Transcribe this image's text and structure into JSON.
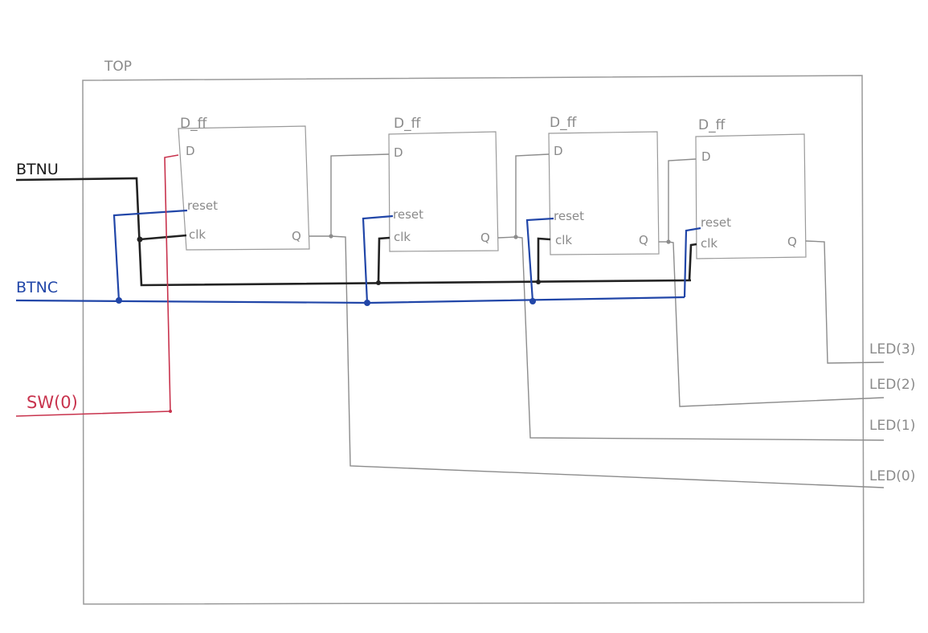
{
  "top_label": "TOP",
  "flipflops": [
    {
      "title": "D_ff",
      "pin_d": "D",
      "pin_reset": "reset",
      "pin_clk": "clk",
      "pin_q": "Q"
    },
    {
      "title": "D_ff",
      "pin_d": "D",
      "pin_reset": "reset",
      "pin_clk": "clk",
      "pin_q": "Q"
    },
    {
      "title": "D_ff",
      "pin_d": "D",
      "pin_reset": "reset",
      "pin_clk": "clk",
      "pin_q": "Q"
    },
    {
      "title": "D_ff",
      "pin_d": "D",
      "pin_reset": "reset",
      "pin_clk": "clk",
      "pin_q": "Q"
    }
  ],
  "inputs": {
    "btnu": "BTNU",
    "btnc": "BTNC",
    "sw0": "SW(0)"
  },
  "outputs": {
    "led3": "LED(3)",
    "led2": "LED(2)",
    "led1": "LED(1)",
    "led0": "LED(0)"
  },
  "colors": {
    "clock_wire": "#222222",
    "reset_wire": "#2146a8",
    "switch_wire": "#c8334d",
    "signal_wire": "#8c8c8c"
  }
}
